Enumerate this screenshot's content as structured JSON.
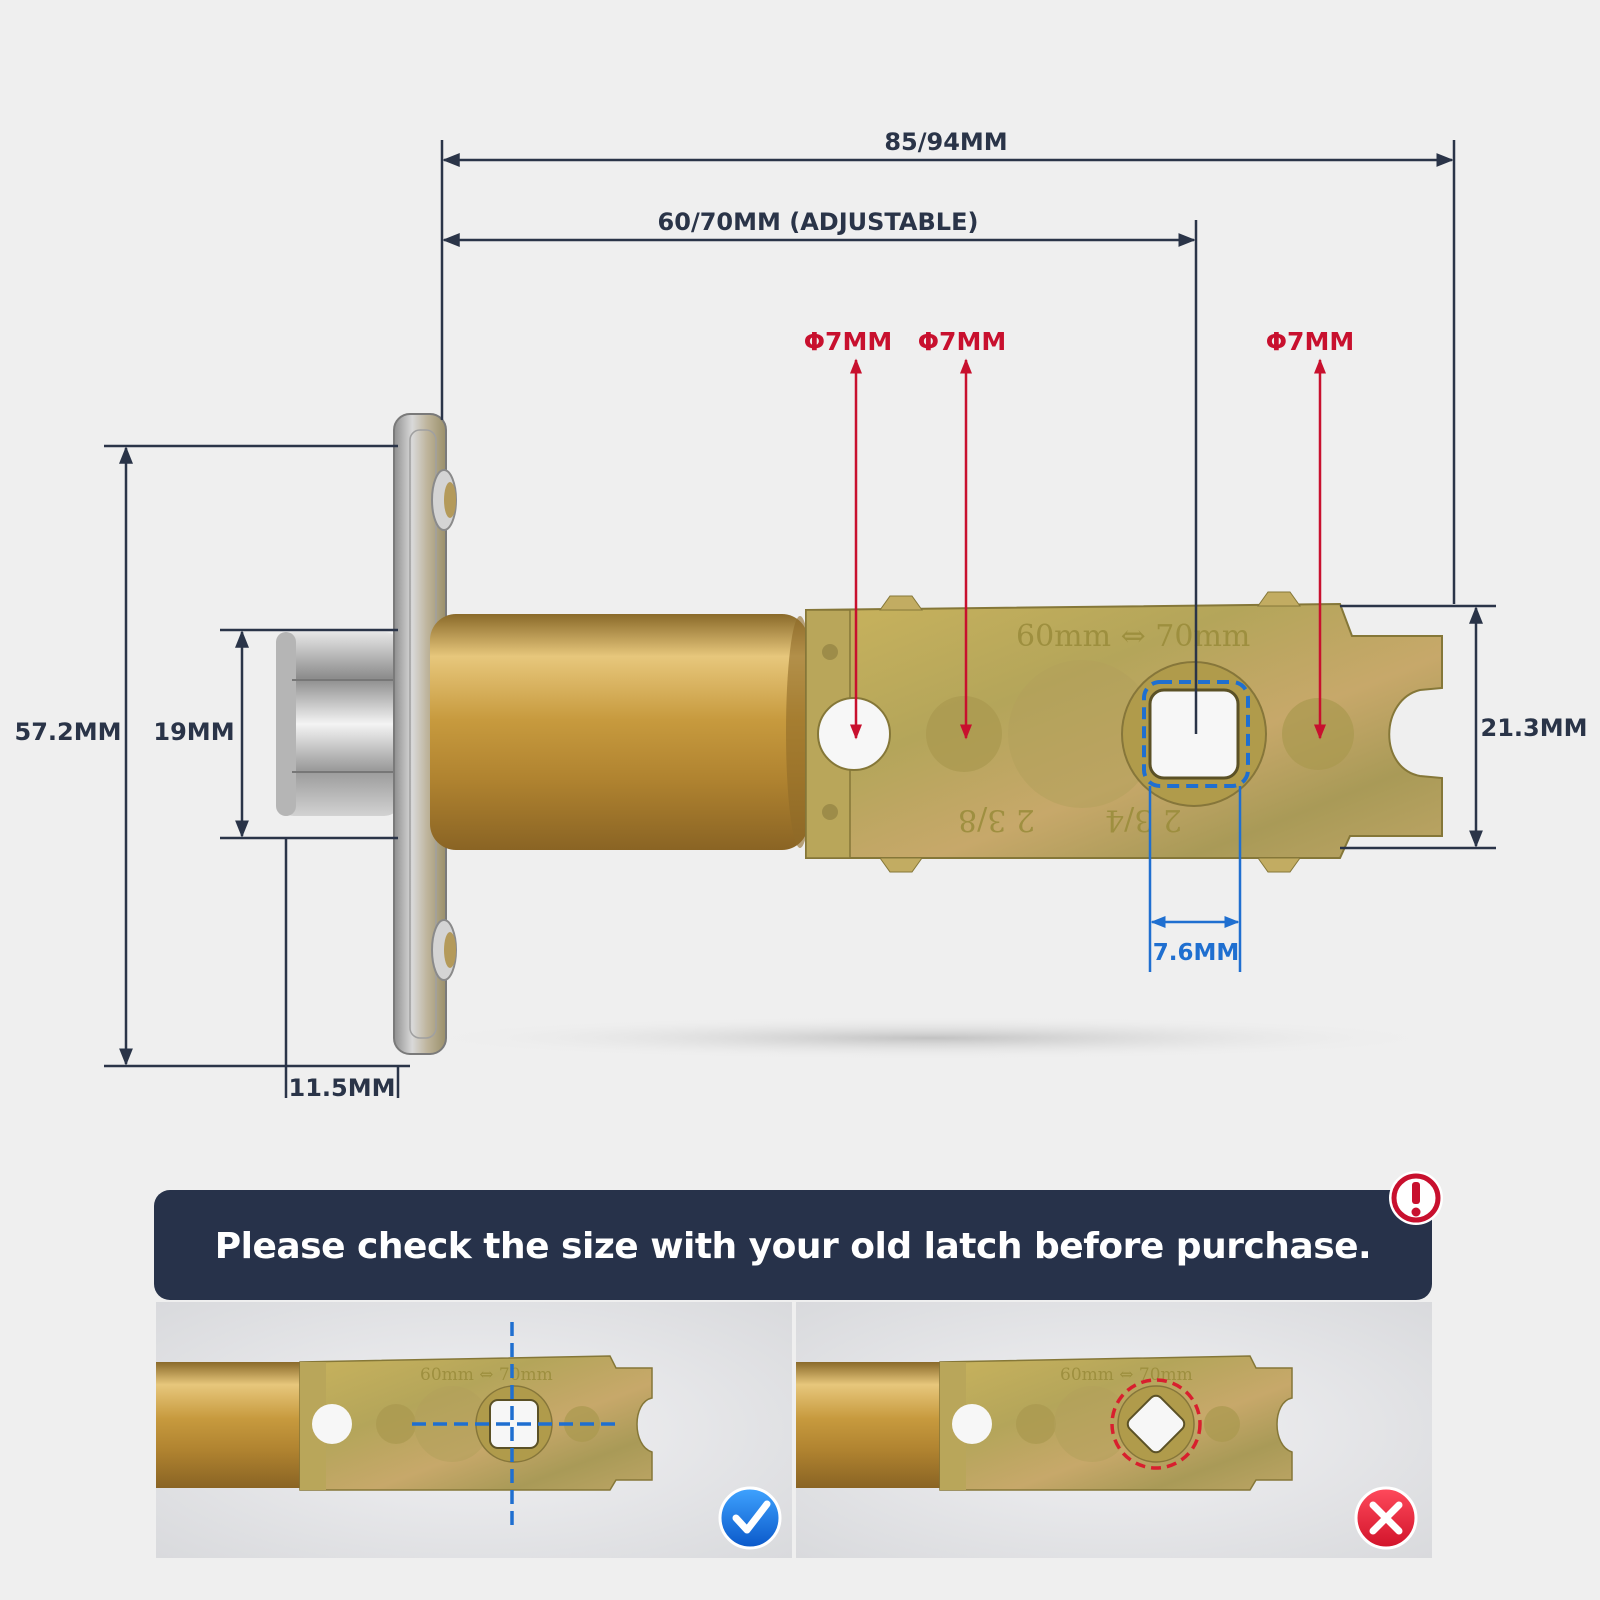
{
  "dimensions": {
    "overall_length": "85/94MM",
    "backset": "60/70MM (ADJUSTABLE)",
    "hole_1": "Φ7MM",
    "hole_2": "Φ7MM",
    "hole_3": "Φ7MM",
    "faceplate_height": "57.2MM",
    "bolt_height": "19MM",
    "tail_height": "21.3MM",
    "spindle_square": "7.6MM",
    "bolt_throw": "11.5MM"
  },
  "plate_markings": {
    "backset_marking": "60mm ⇔ 70mm",
    "left_fraction": "2 3/8",
    "right_fraction": "2 3/4"
  },
  "notice": {
    "text": "Please check the size with your old latch before purchase.",
    "alert_icon": "exclamation-circle-icon"
  },
  "comparison": {
    "correct_icon": "checkmark-icon",
    "wrong_icon": "cross-icon"
  },
  "colors": {
    "dimension_line": "#2a3448",
    "red_accent": "#c8102e",
    "blue_accent": "#1f6fd0",
    "banner_bg": "#27324a",
    "brass": "#c9a24a"
  }
}
